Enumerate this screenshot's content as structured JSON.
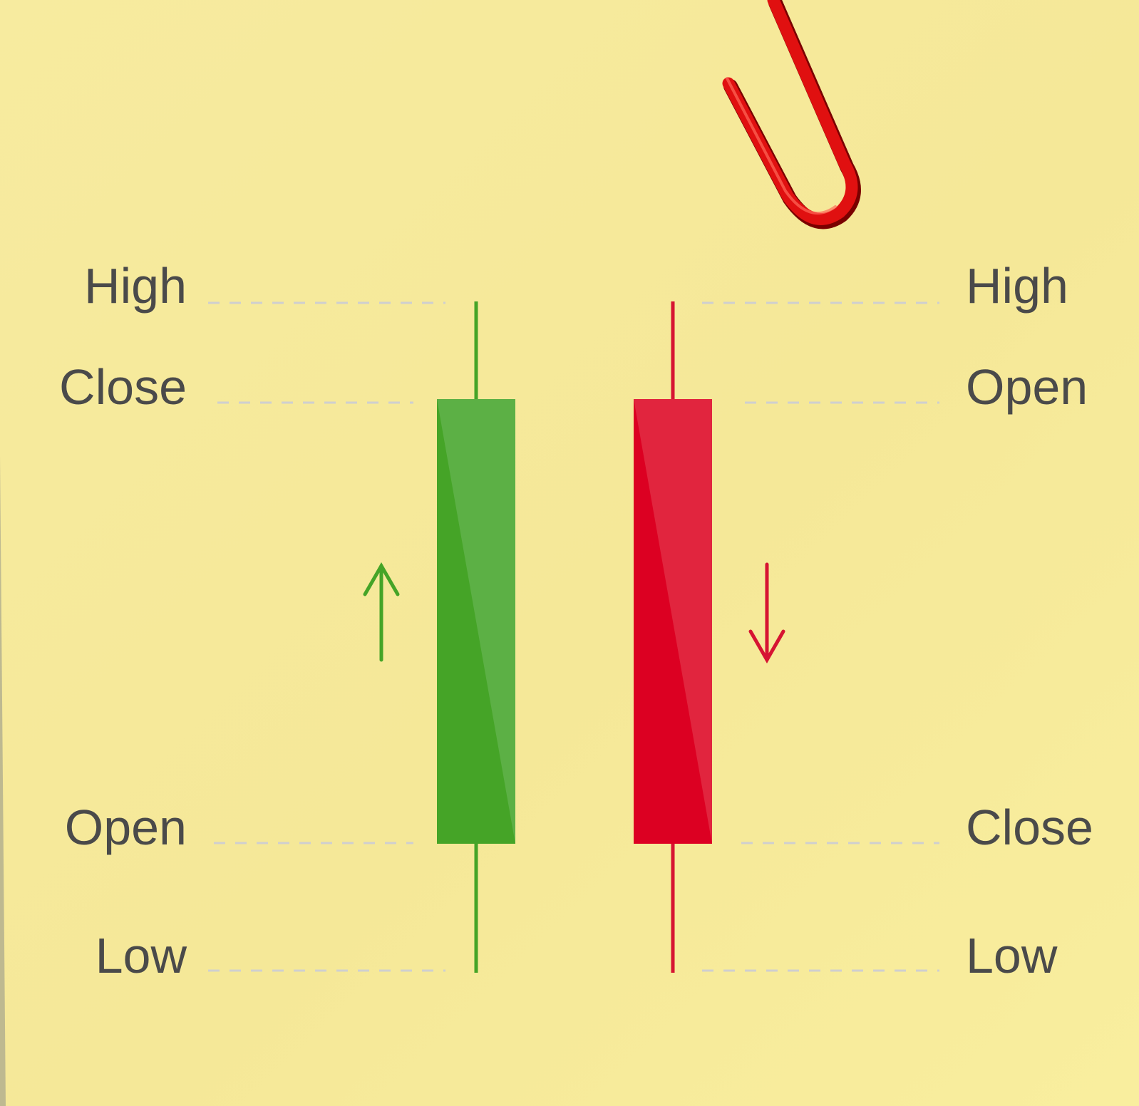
{
  "colors": {
    "paper": "#f6e99a",
    "bullish": "#45a427",
    "bearish": "#dc0022",
    "guide": "#cfcfcf",
    "text": "#4a4a4a",
    "paperclip": "#e01010"
  },
  "left_labels": {
    "high": "High",
    "close": "Close",
    "open": "Open",
    "low": "Low"
  },
  "right_labels": {
    "high": "High",
    "open": "Open",
    "close": "Close",
    "low": "Low"
  },
  "icons": {
    "bullish_arrow": "arrow-up-icon",
    "bearish_arrow": "arrow-down-icon",
    "clip": "paperclip-icon"
  }
}
